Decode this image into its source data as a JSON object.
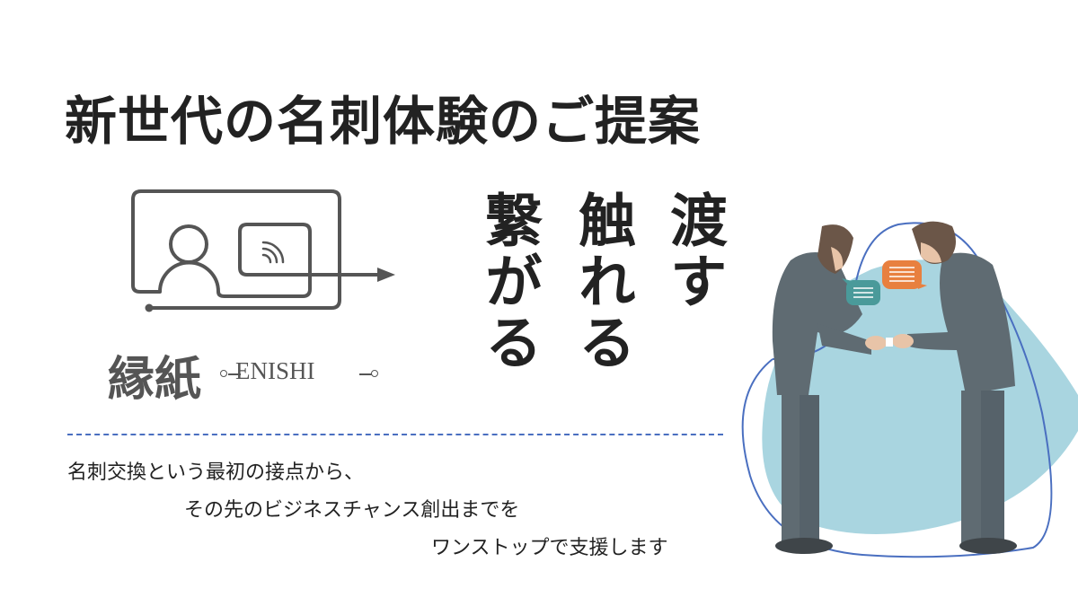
{
  "title": "新世代の名刺体験のご提案",
  "tagline": [
    "渡す",
    "触れる",
    "繋がる"
  ],
  "brand": {
    "kanji": "縁紙",
    "english": "ENISHI"
  },
  "description": [
    "名刺交換という最初の接点から、",
    "その先のビジネスチャンス創出までを",
    "ワンストップで支援します"
  ],
  "colors": {
    "text": "#222222",
    "logo": "#555555",
    "divider": "#4a6fc0",
    "blob": "#a9d5e0",
    "suit": "#5f6b72",
    "orange": "#e8803f",
    "teal": "#4a9a9a"
  }
}
